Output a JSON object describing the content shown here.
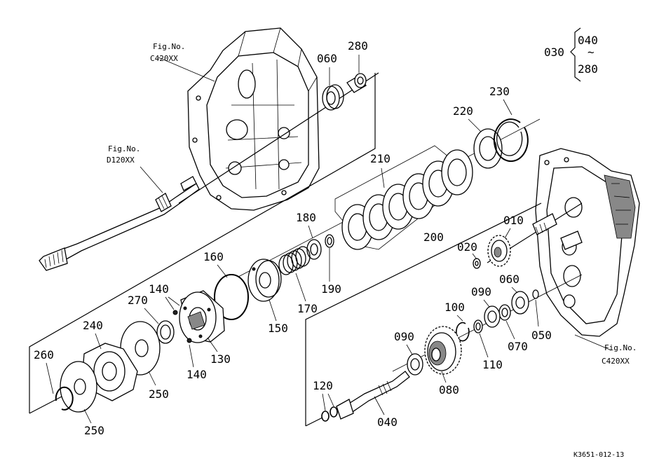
{
  "labels": {
    "p010": "010",
    "p020": "020",
    "p030": "030",
    "p040_range": "040",
    "p040": "040",
    "p050": "050",
    "p060_top": "060",
    "p060_right": "060",
    "p070": "070",
    "p080": "080",
    "p090_upper": "090",
    "p090_lower": "090",
    "p100": "100",
    "p110": "110",
    "p120": "120",
    "p130": "130",
    "p140_upper": "140",
    "p140_lower": "140",
    "p150": "150",
    "p160": "160",
    "p170": "170",
    "p180": "180",
    "p190": "190",
    "p200": "200",
    "p210": "210",
    "p220": "220",
    "p230": "230",
    "p240": "240",
    "p250_mid": "250",
    "p250_low": "250",
    "p260": "260",
    "p270": "270",
    "p280_top": "280",
    "p280_range": "280",
    "range_tilde": "~"
  },
  "fig_refs": {
    "top_caption": "Fig.No.",
    "top_code": "C420XX",
    "mid_caption": "Fig.No.",
    "mid_code": "D120XX",
    "right_caption": "Fig.No.",
    "right_code": "C420XX"
  },
  "drawing_code": "K3651-012-13"
}
